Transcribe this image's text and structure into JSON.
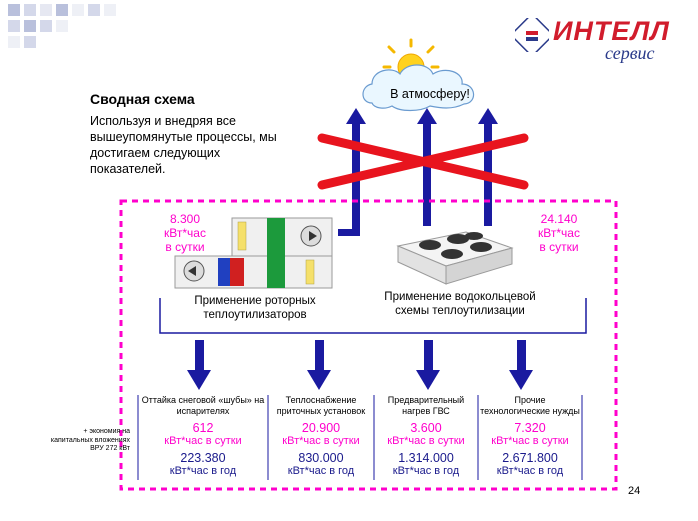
{
  "header": {
    "logo_text": "ИНТЕЛЛ",
    "logo_sub": "сервис"
  },
  "title": "Сводная  схема",
  "intro": "Используя и внедряя все вышеупомянутые процессы, мы достигаем следующих показателей.",
  "cloud_label": "В атмосферу!",
  "left_value": {
    "value": "8.300",
    "unit1": "кВт*час",
    "unit2": "в сутки"
  },
  "right_value": {
    "value": "24.140",
    "unit1": "кВт*час",
    "unit2": "в сутки"
  },
  "caption_rotor": "Применение роторных теплоутилизаторов",
  "caption_water": "Применение водокольцевой схемы теплоутилизации",
  "columns": [
    {
      "label": "Оттайка снеговой «шубы» на испарителях",
      "daily": "612",
      "daily_unit": "кВт*час в сутки",
      "yearly": "223.380",
      "yearly_unit": "кВт*час в год"
    },
    {
      "label": "Теплоснабжение приточных установок",
      "daily": "20.900",
      "daily_unit": "кВт*час в сутки",
      "yearly": "830.000",
      "yearly_unit": "кВт*час в год"
    },
    {
      "label": "Предварительный нагрев ГВС",
      "daily": "3.600",
      "daily_unit": "кВт*час в сутки",
      "yearly": "1.314.000",
      "yearly_unit": "кВт*час в год"
    },
    {
      "label": "Прочие технологические нужды",
      "daily": "7.320",
      "daily_unit": "кВт*час в сутки",
      "yearly": "2.671.800",
      "yearly_unit": "кВт*час в год"
    }
  ],
  "side_note": "+ экономия на капитальных вложениях ВРУ 272 кВт",
  "page_number": "24",
  "colors": {
    "accent_pink": "#ff00cc",
    "arrow_blue": "#1a1aa0",
    "cross_red": "#e8141e",
    "value_navy": "#1a1a8c"
  }
}
